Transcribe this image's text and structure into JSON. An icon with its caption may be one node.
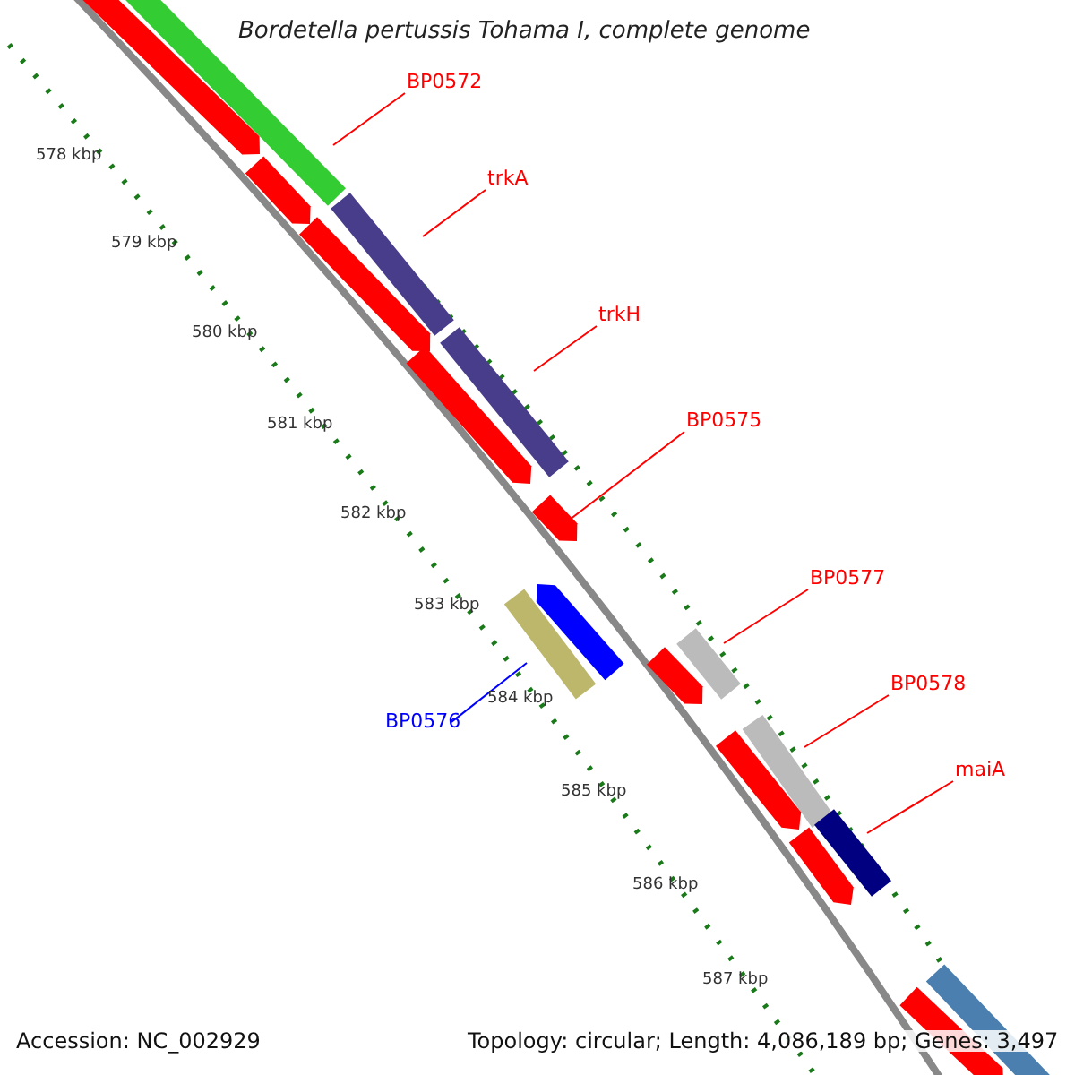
{
  "diagram": {
    "title": "Bordetella pertussis Tohama I, complete genome",
    "nodes": [
      {
        "text": [
          "BP0572"
        ]
      },
      {
        "text": [
          "trkA"
        ]
      },
      {
        "text": [
          "trkH"
        ]
      },
      {
        "text": [
          "BP0575"
        ]
      },
      {
        "text": [
          "BP0577"
        ]
      },
      {
        "text": [
          "BP0578"
        ]
      },
      {
        "text": [
          "maiA"
        ]
      },
      {
        "text": [
          "BP0576"
        ]
      },
      {
        "text": [],
        "shape": "bar"
      },
      {
        "text": [],
        "shape": "bar"
      },
      {
        "text": [],
        "shape": "bar"
      },
      {
        "text": [],
        "shape": "arrow"
      },
      {
        "text": [],
        "shape": "bar"
      },
      {
        "text": [],
        "shape": "bar"
      },
      {
        "text": [],
        "shape": "bar"
      },
      {
        "text": [],
        "shape": "bar"
      },
      {
        "text": [],
        "shape": "arrow"
      },
      {
        "text": [],
        "shape": "arrow"
      },
      {
        "text": [],
        "shape": "arrow"
      },
      {
        "text": [],
        "shape": "arrow"
      },
      {
        "text": [],
        "shape": "arrow"
      },
      {
        "text": [],
        "shape": "arrow"
      },
      {
        "text": [],
        "shape": "arrow"
      },
      {
        "text": [],
        "shape": "arrow"
      },
      {
        "text": [],
        "shape": "arrow"
      },
      {
        "text": [],
        "shape": "bar"
      }
    ],
    "edges": [
      {
        "from": 0,
        "to": 8,
        "arrow": "none"
      },
      {
        "from": 1,
        "to": 9,
        "arrow": "none"
      },
      {
        "from": 2,
        "to": 10,
        "arrow": "none"
      },
      {
        "from": 3,
        "to": 11,
        "arrow": "none"
      },
      {
        "from": 4,
        "to": 12,
        "arrow": "none"
      },
      {
        "from": 5,
        "to": 13,
        "arrow": "none"
      },
      {
        "from": 6,
        "to": 14,
        "arrow": "none"
      },
      {
        "from": 7,
        "to": 15,
        "arrow": "none",
        "color": "#0000ff"
      }
    ],
    "labels": [
      "578 kbp",
      "579 kbp",
      "580 kbp",
      "581 kbp",
      "582 kbp",
      "583 kbp",
      "584 kbp",
      "585 kbp",
      "586 kbp",
      "587 kbp",
      "Accession: NC_002929",
      "Topology: circular; Length: 4,086,189 bp; Genes: 3,497"
    ]
  }
}
